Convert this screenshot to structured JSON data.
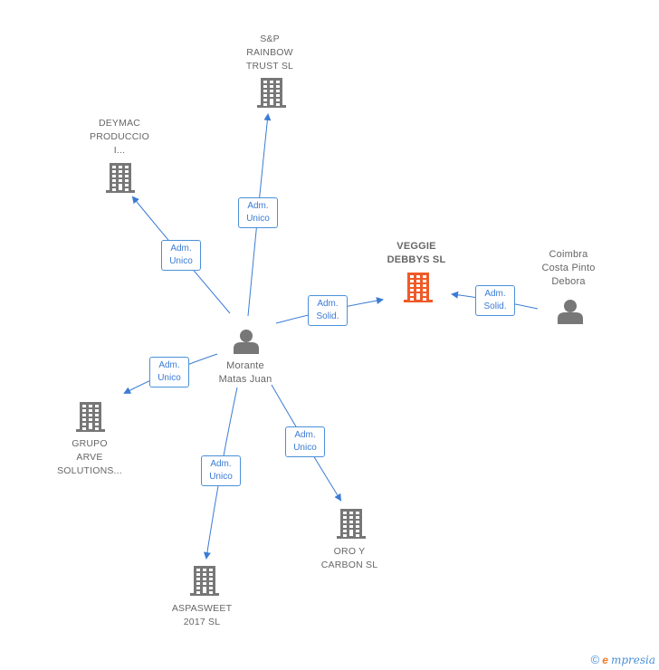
{
  "nodes": [
    {
      "id": "sp",
      "type": "company",
      "label": "S&P\nRAINBOW\nTRUST  SL",
      "highlight": false
    },
    {
      "id": "deymac",
      "type": "company",
      "label": "DEYMAC\nPRODUCCIO\nI...",
      "highlight": false
    },
    {
      "id": "veggie",
      "type": "company",
      "label": "VEGGIE\nDEBBYS  SL",
      "highlight": true
    },
    {
      "id": "coimbra",
      "type": "person",
      "label": "Coimbra\nCosta Pinto\nDebora",
      "highlight": false
    },
    {
      "id": "morante",
      "type": "person",
      "label": "Morante\nMatas Juan",
      "highlight": false
    },
    {
      "id": "grupo",
      "type": "company",
      "label": "GRUPO\nARVE\nSOLUTIONS...",
      "highlight": false
    },
    {
      "id": "oro",
      "type": "company",
      "label": "ORO Y\nCARBON  SL",
      "highlight": false
    },
    {
      "id": "aspa",
      "type": "company",
      "label": "ASPASWEET\n2017  SL",
      "highlight": false
    }
  ],
  "edges": [
    {
      "from": "morante",
      "to": "sp",
      "label": "Adm.\nUnico"
    },
    {
      "from": "morante",
      "to": "deymac",
      "label": "Adm.\nUnico"
    },
    {
      "from": "morante",
      "to": "veggie",
      "label": "Adm.\nSolid."
    },
    {
      "from": "coimbra",
      "to": "veggie",
      "label": "Adm.\nSolid."
    },
    {
      "from": "morante",
      "to": "grupo",
      "label": "Adm.\nUnico"
    },
    {
      "from": "morante",
      "to": "oro",
      "label": "Adm.\nUnico"
    },
    {
      "from": "morante",
      "to": "aspa",
      "label": "Adm.\nUnico"
    }
  ],
  "colors": {
    "company_icon": "#777777",
    "highlight_icon": "#f05a28",
    "person_icon": "#777777",
    "edge": "#3a7bd5"
  },
  "footer": {
    "copyright": "©",
    "brand_initial": "e",
    "brand_rest": "mpresia"
  }
}
